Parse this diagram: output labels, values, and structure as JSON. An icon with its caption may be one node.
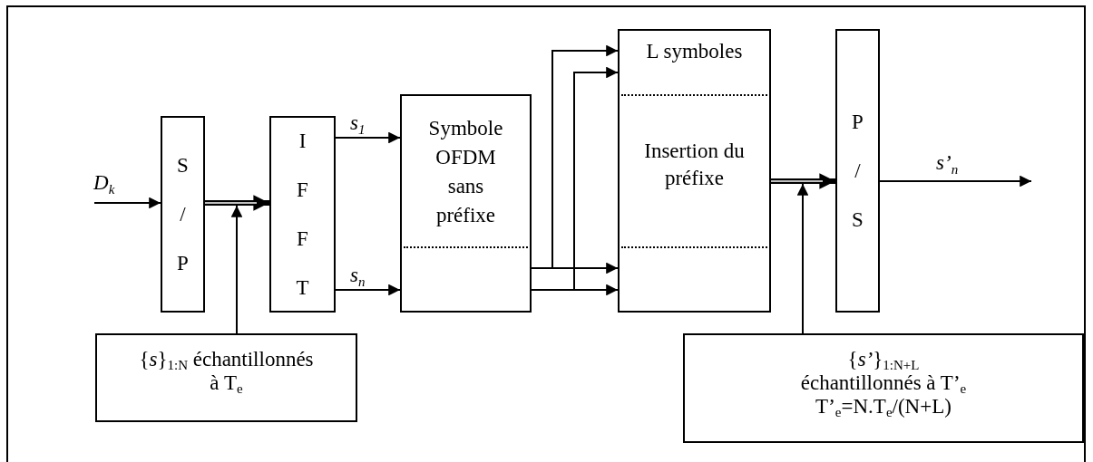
{
  "diagram": {
    "nodes": [
      {
        "text": [
          "S / P"
        ]
      },
      {
        "text": [
          "I F F T"
        ]
      },
      {
        "text": [
          "Symbole OFDM sans préfixe"
        ]
      },
      {
        "text": [
          "L symboles",
          "Insertion du préfixe"
        ]
      },
      {
        "text": [
          "P / S"
        ]
      },
      {
        "text": [
          "{*s*}$_{1:N}$ échantillonnés à T$_{e}$"
        ]
      },
      {
        "text": [
          "{*s’*}$_{1:N+L}$ échantillonnés à T’$_{e}$ T’$_{e}$=N.T$_{e}$/(N+L)"
        ]
      }
    ],
    "edges": [
      {
        "from": null,
        "to": 0,
        "arrow": "to",
        "label": "D$_{k}$"
      },
      {
        "from": 0,
        "to": 1,
        "arrow": "to",
        "style": "thick"
      },
      {
        "from": 1,
        "to": 2,
        "arrow": "to",
        "label": "s$_{1}$"
      },
      {
        "from": 1,
        "to": 2,
        "arrow": "to",
        "label": "s$_{n}$"
      },
      {
        "from": 2,
        "to": 3,
        "arrow": "to"
      },
      {
        "from": 2,
        "to": 3,
        "arrow": "to"
      },
      {
        "from": 2,
        "to": 3,
        "arrow": "to"
      },
      {
        "from": 2,
        "to": 3,
        "arrow": "to"
      },
      {
        "from": 3,
        "to": 4,
        "arrow": "to",
        "style": "thick"
      },
      {
        "from": 4,
        "to": null,
        "arrow": "to",
        "label": "s’$_{n}$"
      },
      {
        "from": 5,
        "to": null,
        "arrow": "to"
      },
      {
        "from": 6,
        "to": null,
        "arrow": "to"
      }
    ]
  }
}
